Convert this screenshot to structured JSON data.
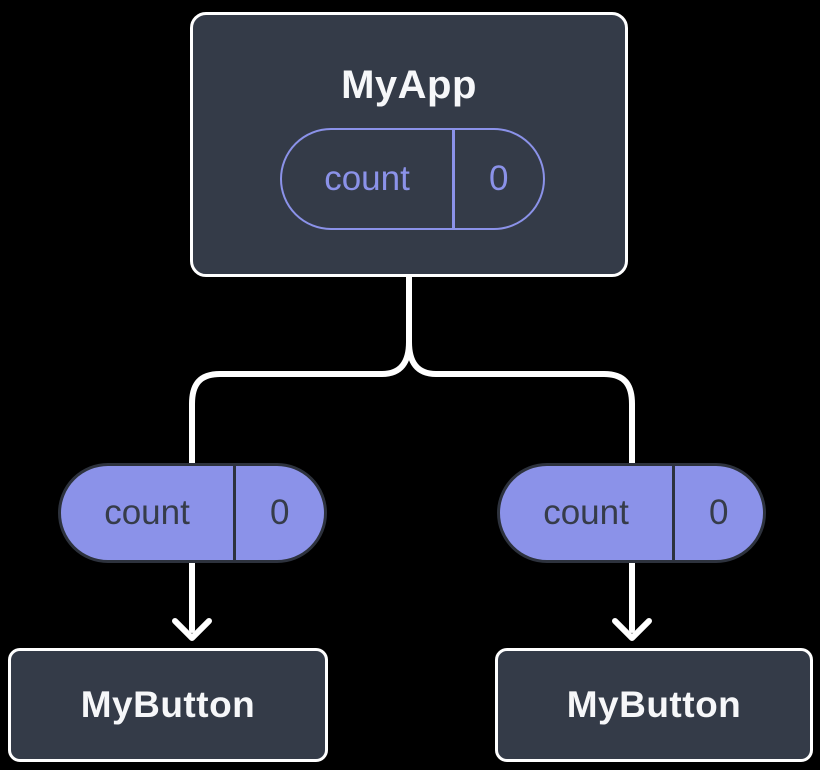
{
  "diagram": {
    "description": "Component tree: parent app owns count state, shared with two child buttons",
    "background_color": "#000000",
    "colors": {
      "card_fill": "#343b48",
      "card_border": "#ffffff",
      "accent_purple": "#8b92e9",
      "pill_dark_border": "#2d323d",
      "pill_dark_text": "#363c49",
      "connector": "#ffffff",
      "title_text": "#f6f7f9"
    },
    "parent": {
      "title": "MyApp",
      "state": {
        "name": "count",
        "value": "0"
      }
    },
    "children": [
      {
        "title": "MyButton",
        "state": {
          "name": "count",
          "value": "0"
        }
      },
      {
        "title": "MyButton",
        "state": {
          "name": "count",
          "value": "0"
        }
      }
    ]
  }
}
